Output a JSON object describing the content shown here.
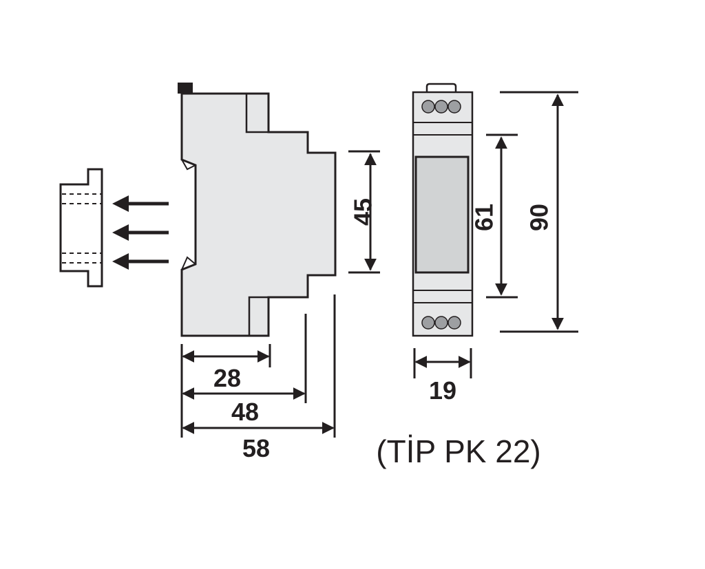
{
  "diagram": {
    "type_label": "(TİP PK 22)",
    "dimensions": {
      "depth_front": "28",
      "depth_middle": "48",
      "depth_total": "58",
      "front_height": "45",
      "width": "19",
      "window_height": "61",
      "total_height": "90"
    },
    "colors": {
      "body_fill": "#e6e7e8",
      "window_fill": "#d1d3d4",
      "terminal_fill": "#9d9fa2",
      "line": "#231f20"
    }
  }
}
